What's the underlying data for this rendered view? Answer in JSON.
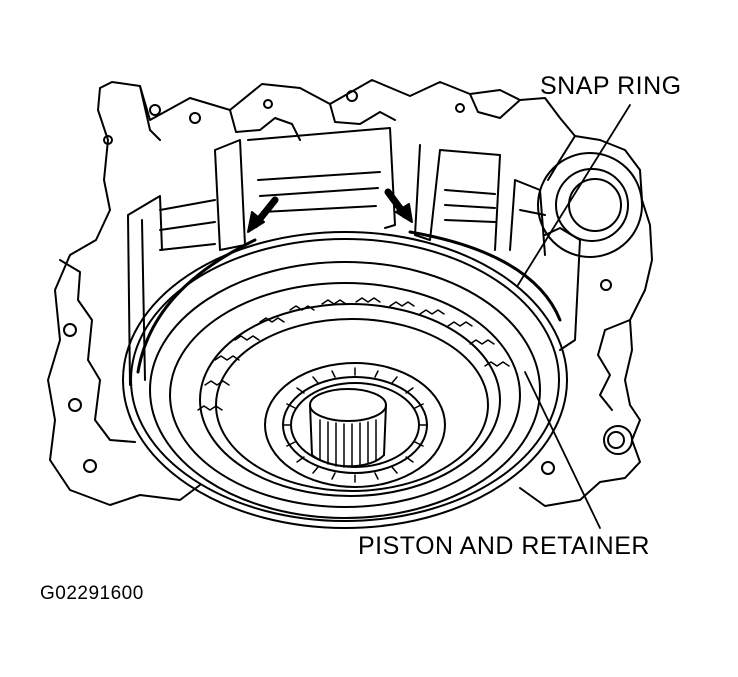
{
  "labels": {
    "snap_ring": "SNAP RING",
    "piston_and_retainer": "PISTON AND RETAINER"
  },
  "figure_id": "G02291600",
  "colors": {
    "ink": "#000000",
    "paper": "#ffffff"
  }
}
